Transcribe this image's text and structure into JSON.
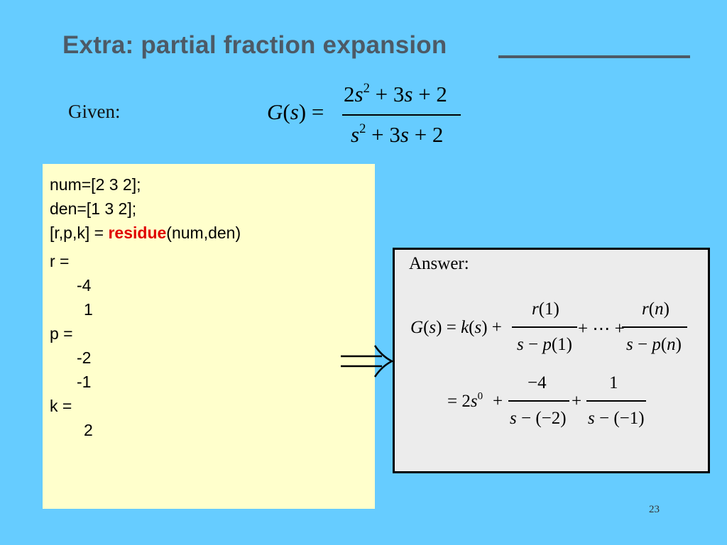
{
  "slide": {
    "title": "Extra: partial fraction expansion",
    "page_number": "23",
    "background_color": "#66ccff",
    "title_color": "#4d5a66"
  },
  "given": {
    "label": "Given:",
    "lhs": "G(s) =",
    "numerator": [
      "2s",
      "2",
      " + 3s + 2"
    ],
    "denominator": [
      "s",
      "2",
      " + 3s + 2"
    ]
  },
  "code": {
    "line1": "num=[2 3 2];",
    "line2": "den=[1 3 2];",
    "line3_prefix": "[r,p,k] = ",
    "line3_keyword": "residue",
    "line3_suffix": "(num,den)",
    "r_label": "r =",
    "r_values": [
      "-4",
      "1"
    ],
    "p_label": "p =",
    "p_values": [
      "-2",
      "-1"
    ],
    "k_label": "k =",
    "k_values": [
      "2"
    ],
    "keyword_color": "#e00000",
    "box_color": "#ffffcc"
  },
  "answer": {
    "label": "Answer:",
    "row1_lhs": "G(s) = k(s) +",
    "row1_frac1_num": "r(1)",
    "row1_frac1_den": "s − p(1)",
    "row1_mid": "+ ⋯ +",
    "row1_frac2_num": "r(n)",
    "row1_frac2_den": "s − p(n)",
    "row2_lhs_base": "= 2s",
    "row2_lhs_exp": "0",
    "row2_plus1": "+",
    "row2_frac1_num": "−4",
    "row2_frac1_den": "s − (−2)",
    "row2_plus2": "+",
    "row2_frac2_num": "1",
    "row2_frac2_den": "s − (−1)",
    "box_color": "#ececec"
  },
  "arrow_icon": "implies-arrow-icon"
}
